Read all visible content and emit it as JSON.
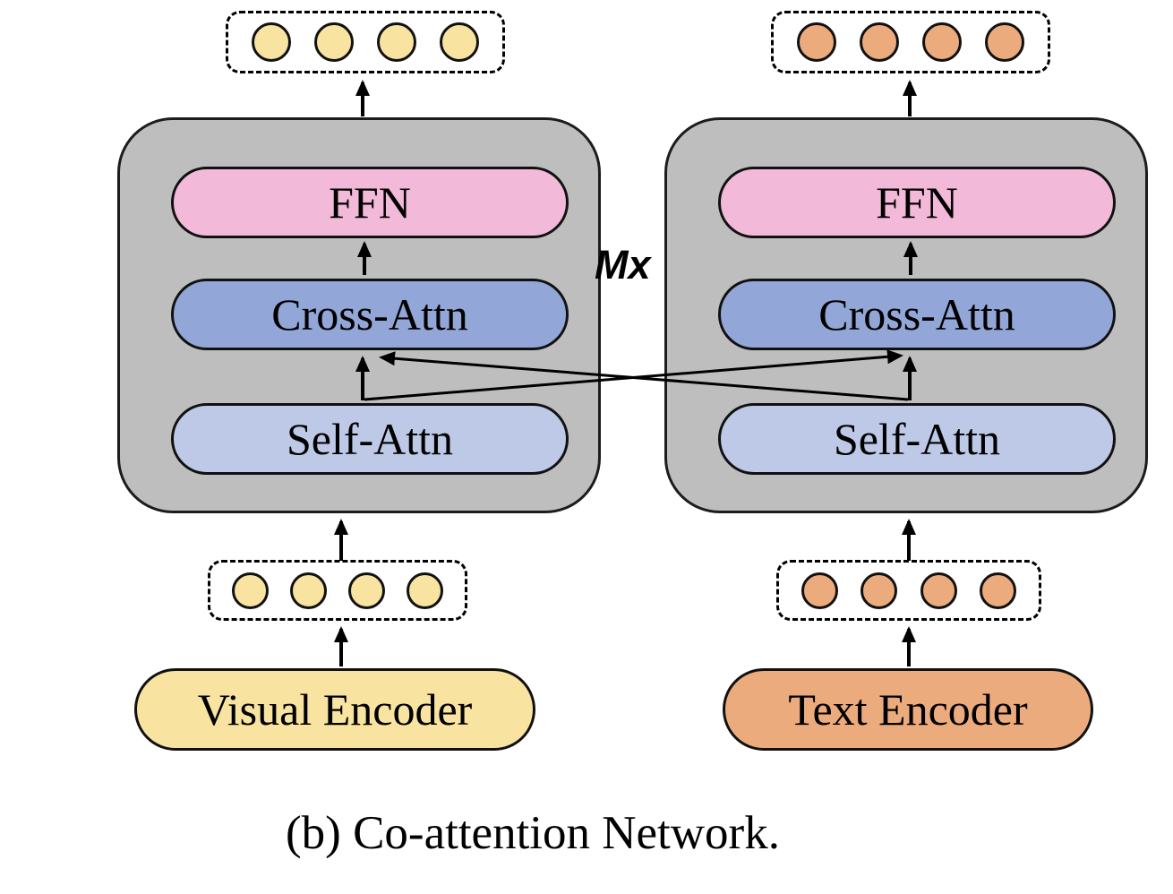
{
  "figure": {
    "caption": "(b) Co-attention Network.",
    "repeat_label": "Mx"
  },
  "visual_branch": {
    "encoder_label": "Visual Encoder",
    "layers": {
      "self_attn": "Self-Attn",
      "cross_attn": "Cross-Attn",
      "ffn": "FFN"
    },
    "input_token_count": 4,
    "output_token_count": 4,
    "token_color": "#F8E3A1",
    "encoder_color": "#F8E3A1"
  },
  "text_branch": {
    "encoder_label": "Text Encoder",
    "layers": {
      "self_attn": "Self-Attn",
      "cross_attn": "Cross-Attn",
      "ffn": "FFN"
    },
    "input_token_count": 4,
    "output_token_count": 4,
    "token_color": "#ECAB7D",
    "encoder_color": "#ECAB7D"
  },
  "colors": {
    "background": "#FFFFFF",
    "block_background": "#BEBEBE",
    "ffn_fill": "#F2B9D8",
    "cross_attn_fill": "#92A7D7",
    "self_attn_fill": "#BDC9E6",
    "outline": "#111111"
  }
}
